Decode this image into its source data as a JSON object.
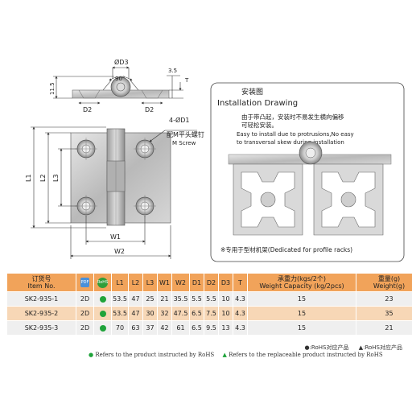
{
  "drawing": {
    "dims": {
      "d3": "ØD3",
      "angle": "90°",
      "dim_3_5": "3.5",
      "t": "T",
      "dim_11_5": "11.5",
      "d2_left": "D2",
      "d2_right": "D2",
      "l1": "L1",
      "l3": "L3",
      "w1": "W1",
      "w2": "W2",
      "hole_callout": "4-ØD1",
      "screw_cn": "配M平头螺钉",
      "screw_en": "M Screw"
    },
    "installation": {
      "title_cn": "安装图",
      "title_en": "Installation Drawing",
      "desc_cn_1": "由于带凸起，安装时不易发生横向偏移",
      "desc_cn_2": "可轻松安装。",
      "desc_en_1": "Easy to install due to protrusions,No easy",
      "desc_en_2": "to transversal skew during installation",
      "footer": "※专用于型材机架(Dedicated for profile racks)"
    }
  },
  "table": {
    "headers": {
      "item_cn": "订货号",
      "item_en": "Item No.",
      "pdf": "PDF",
      "rohs": "RoHS",
      "l1": "L1",
      "l2": "L2",
      "l3": "L3",
      "w1": "W1",
      "w2": "W2",
      "d1": "D1",
      "d2": "D2",
      "d3": "D3",
      "t": "T",
      "cap_cn": "承重力(kgs/2个)",
      "cap_en": "Weight Capacity (kg/2pcs)",
      "wt_cn": "重量(g)",
      "wt_en": "Weight(g)"
    },
    "rows": [
      {
        "item": "SK2-935-1",
        "pdf": "2D",
        "l1": "53.5",
        "l2": "47",
        "l3": "25",
        "w1": "21",
        "w2": "35.5",
        "d1": "5.5",
        "d2": "5.5",
        "d3": "10",
        "t": "4.3",
        "cap": "15",
        "wt": "23"
      },
      {
        "item": "SK2-935-2",
        "pdf": "2D",
        "l1": "53.5",
        "l2": "47",
        "l3": "30",
        "w1": "32",
        "w2": "47.5",
        "d1": "6.5",
        "d2": "7.5",
        "d3": "10",
        "t": "4.3",
        "cap": "15",
        "wt": "35"
      },
      {
        "item": "SK2-935-3",
        "pdf": "2D",
        "l1": "70",
        "l2": "63",
        "l3": "37",
        "w1": "42",
        "w2": "61",
        "d1": "6.5",
        "d2": "9.5",
        "d3": "13",
        "t": "4.3",
        "cap": "15",
        "wt": "21"
      }
    ]
  },
  "notes": {
    "rohs_cn": "●:RoHS对应产品",
    "rohs2_cn": "▲:RoHS对应产品",
    "legend_1": "Refers to the product instructed by RoHS",
    "legend_2": "Refers to the replaceable product instructed by RoHS"
  },
  "colors": {
    "header_bg": "#f1a35a",
    "row_alt_bg": "#f7d7b6",
    "rohs_green": "#1fa33a"
  }
}
